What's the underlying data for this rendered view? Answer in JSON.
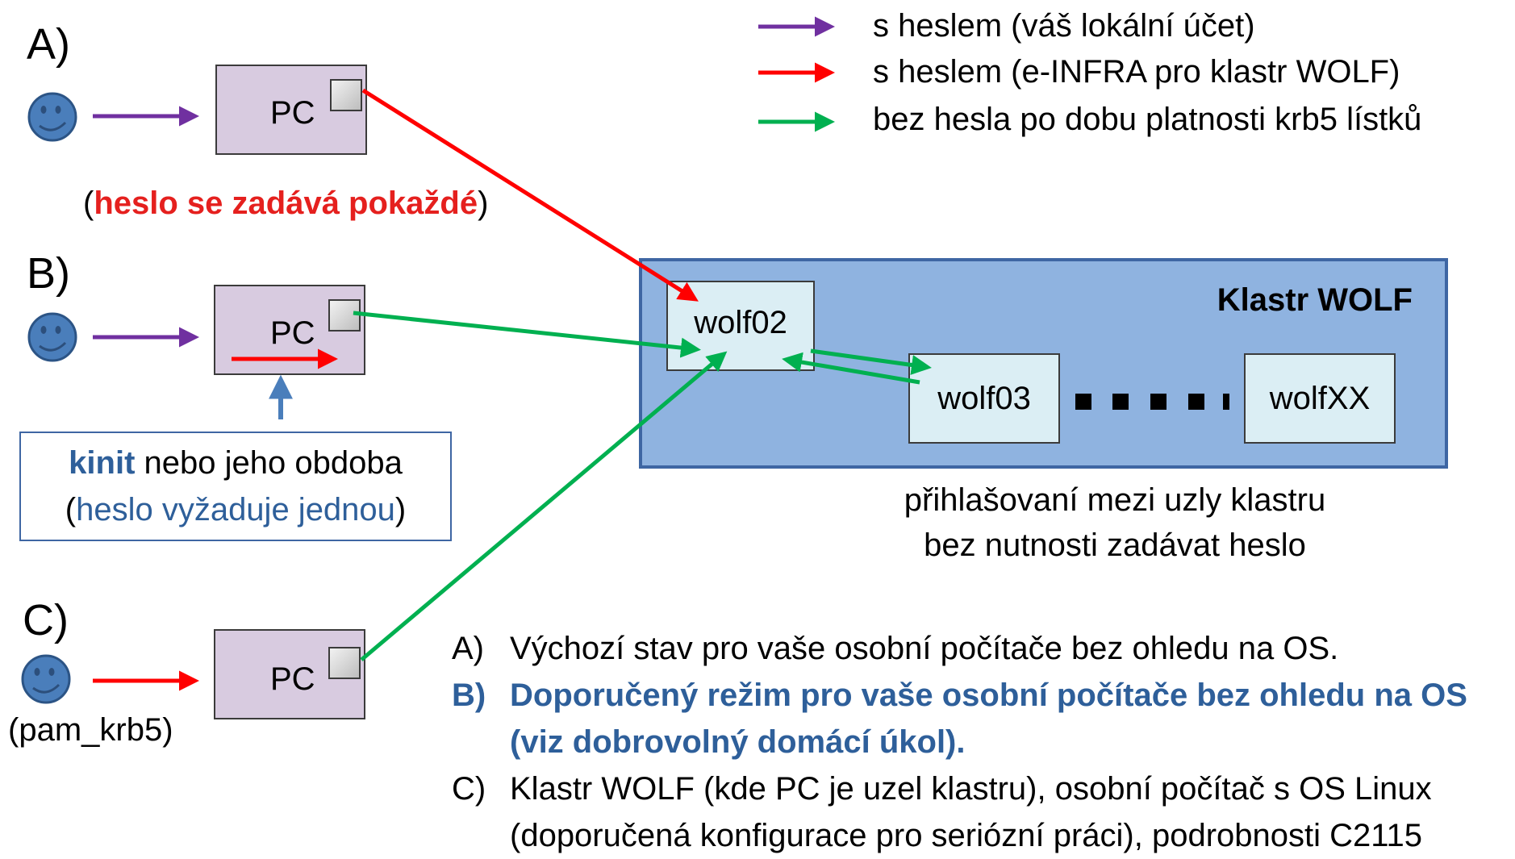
{
  "legend": {
    "purple_text": "s heslem (váš lokální účet)",
    "red_text": "s heslem (e-INFRA pro klastr WOLF)",
    "green_text": "bez hesla po dobu platnosti krb5 lístků",
    "colors": {
      "purple": "#7030a0",
      "red": "#ff0000",
      "green": "#00b050"
    }
  },
  "cases": {
    "a": {
      "letter": "A)",
      "pc_label": "PC",
      "note_open": "(",
      "note_bold": "heslo se zadává pokaždé",
      "note_close": ")"
    },
    "b": {
      "letter": "B)",
      "pc_label": "PC"
    },
    "c": {
      "letter": "C)",
      "pc_label": "PC",
      "user_note": "(pam_krb5)"
    }
  },
  "kinit": {
    "bold": "kinit",
    "line1_rest": " nebo jeho obdoba",
    "open": "(",
    "line2": "heslo vyžaduje jednou",
    "close": ")"
  },
  "cluster": {
    "title": "Klastr WOLF",
    "nodes": [
      "wolf02",
      "wolf03",
      "wolfXX"
    ],
    "caption_line1": "přihlašovaní mezi uzly klastru",
    "caption_line2": "bez nutnosti zadávat heslo"
  },
  "notes": [
    {
      "letter": "A)",
      "lines": [
        "Výchozí stav pro vaše osobní počítače bez ohledu na OS."
      ]
    },
    {
      "letter": "B)",
      "lines": [
        "Doporučený režim pro vaše osobní počítače bez ohledu na OS",
        "(viz dobrovolný domácí úkol)."
      ]
    },
    {
      "letter": "C)",
      "lines": [
        "Klastr WOLF (kde PC je uzel klastru), osobní počítač s OS Linux",
        "(doporučená konfigurace pro seriózní práci), podrobnosti C2115"
      ]
    }
  ]
}
